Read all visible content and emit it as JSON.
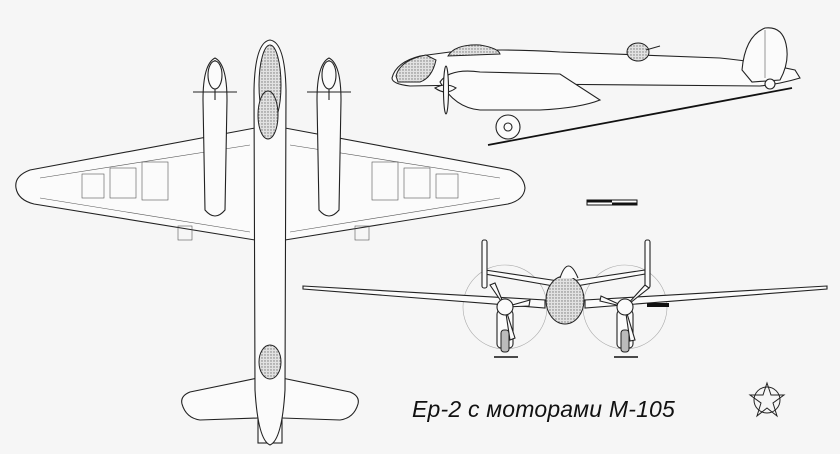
{
  "caption": "Ер-2 с моторами М-105",
  "views": [
    "top-view",
    "side-view",
    "front-view"
  ],
  "insignia": "red-star-outline",
  "colors": {
    "line": "#222222",
    "background": "#f6f6f6",
    "glazing": "#cfcfcf"
  }
}
